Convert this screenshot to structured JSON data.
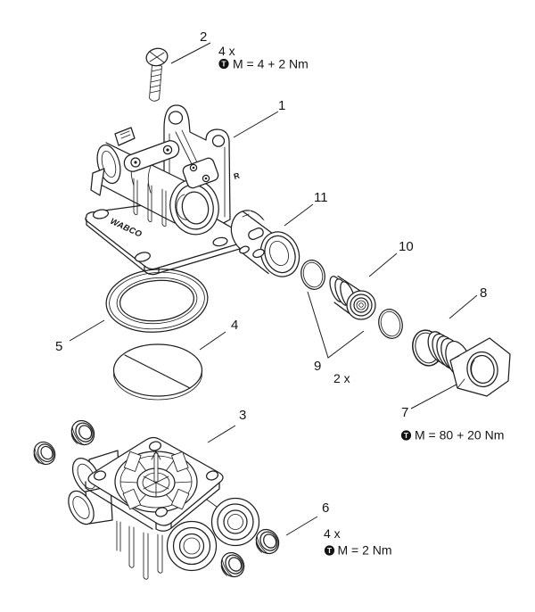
{
  "diagram": {
    "background_color": "#ffffff",
    "line_color": "#1f1f1f",
    "torque_icon_letter": "T",
    "markings": {
      "brand": "WABCO",
      "cast_letter": "R"
    },
    "callouts": {
      "c1": {
        "number": "1"
      },
      "c2": {
        "number": "2",
        "qty": "4 x",
        "torque": "M = 4 + 2 Nm"
      },
      "c3": {
        "number": "3"
      },
      "c4": {
        "number": "4"
      },
      "c5": {
        "number": "5"
      },
      "c6": {
        "number": "6",
        "qty": "4 x",
        "torque": "M = 2 Nm"
      },
      "c7": {
        "number": "7",
        "torque": "M = 80 + 20 Nm"
      },
      "c8": {
        "number": "8"
      },
      "c9": {
        "number": "9",
        "qty": "2 x"
      },
      "c10": {
        "number": "10"
      },
      "c11": {
        "number": "11"
      }
    }
  }
}
